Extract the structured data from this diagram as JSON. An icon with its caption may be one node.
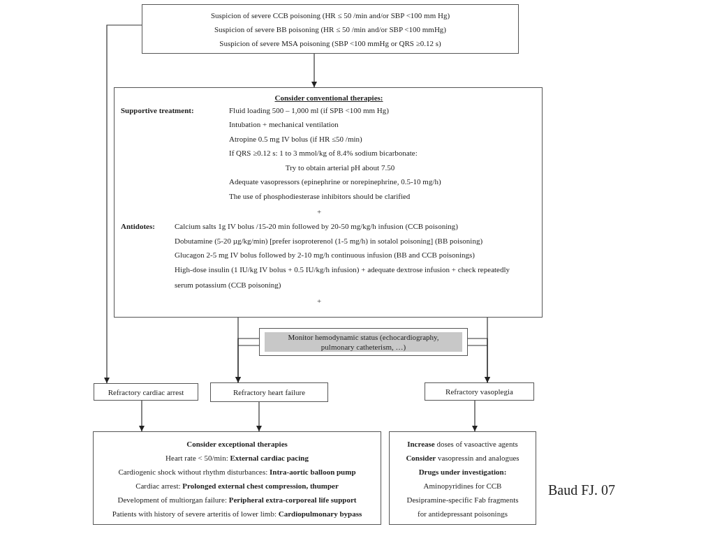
{
  "diagram": {
    "nodes": [
      {
        "text": [
          "Suspicion of severe CCB poisoning (HR ≤ 50 /min and/or SBP <100 mm Hg)",
          "Suspicion of severe BB poisoning (HR ≤ 50 /min and/or SBP <100 mmHg)",
          "Suspicion of severe MSA poisoning (SBP <100 mmHg or QRS ≥0.12 s)"
        ]
      },
      {
        "text": [
          "Consider conventional therapies:",
          "Supportive treatment:",
          "Fluid loading 500 – 1,000 ml (if SPB <100 mm Hg)",
          "Intubation + mechanical ventilation",
          "Atropine 0.5 mg IV bolus (if HR ≤50 /min)",
          "If QRS ≥0.12 s: 1 to 3 mmol/kg of 8.4% sodium bicarbonate:",
          "Try to obtain arterial pH about 7.50",
          "Adequate vasopressors (epinephrine or norepinephrine, 0.5-10 mg/h)",
          "The use of phosphodiesterase inhibitors should be clarified",
          "+",
          "Antidotes:",
          "Calcium salts 1g IV bolus /15-20 min followed by 20-50 mg/kg/h infusion (CCB poisoning)",
          "Dobutamine (5-20 µg/kg/min) [prefer isoproterenol (1-5 mg/h) in sotalol poisoning] (BB poisoning)",
          "Glucagon 2-5 mg IV bolus followed by 2-10 mg/h continuous infusion (BB and CCB poisonings)",
          "High-dose insulin (1 IU/kg IV bolus + 0.5 IU/kg/h infusion) + adequate dextrose infusion + check repeatedly serum potassium (CCB poisoning)",
          "+"
        ]
      },
      {
        "text": [
          "Monitor hemodynamic status (echocardiography, pulmonary catheterism, …)"
        ]
      },
      {
        "text": [
          "Refractory cardiac arrest"
        ]
      },
      {
        "text": [
          "Refractory heart failure"
        ]
      },
      {
        "text": [
          "Refractory vasoplegia"
        ]
      },
      {
        "text": [
          "Consider exceptional therapies",
          "Heart rate < 50/min: **External cardiac pacing**",
          "Cardiogenic shock without rhythm disturbances: **Intra-aortic balloon pump**",
          "Cardiac arrest: **Prolonged external chest compression, thumper**",
          "Development of multiorgan failure: **Peripheral extra-corporeal life support**",
          "Patients with history of severe arteritis of lower limb: **Cardiopulmonary bypass**"
        ]
      },
      {
        "text": [
          "**Increase** doses of vasoactive agents",
          "**Consider** vasopressin and analogues",
          "Drugs under investigation:",
          "Aminopyridines for CCB",
          "Desipramine-specific Fab fragments for antidepressant poisonings"
        ]
      }
    ],
    "edges": [
      {
        "from": 0,
        "to": 1,
        "arrow": "to"
      },
      {
        "from": 0,
        "to": 3,
        "arrow": "to"
      },
      {
        "from": 1,
        "to": 4,
        "arrow": "to"
      },
      {
        "from": 2,
        "to": 4,
        "arrow": "to"
      },
      {
        "from": 1,
        "to": 5,
        "arrow": "to"
      },
      {
        "from": 2,
        "to": 5,
        "arrow": "to"
      },
      {
        "from": 3,
        "to": 6,
        "arrow": "to"
      },
      {
        "from": 4,
        "to": 6,
        "arrow": "to"
      },
      {
        "from": 5,
        "to": 7,
        "arrow": "to"
      }
    ],
    "labels": [
      "Baud FJ. 07"
    ]
  }
}
